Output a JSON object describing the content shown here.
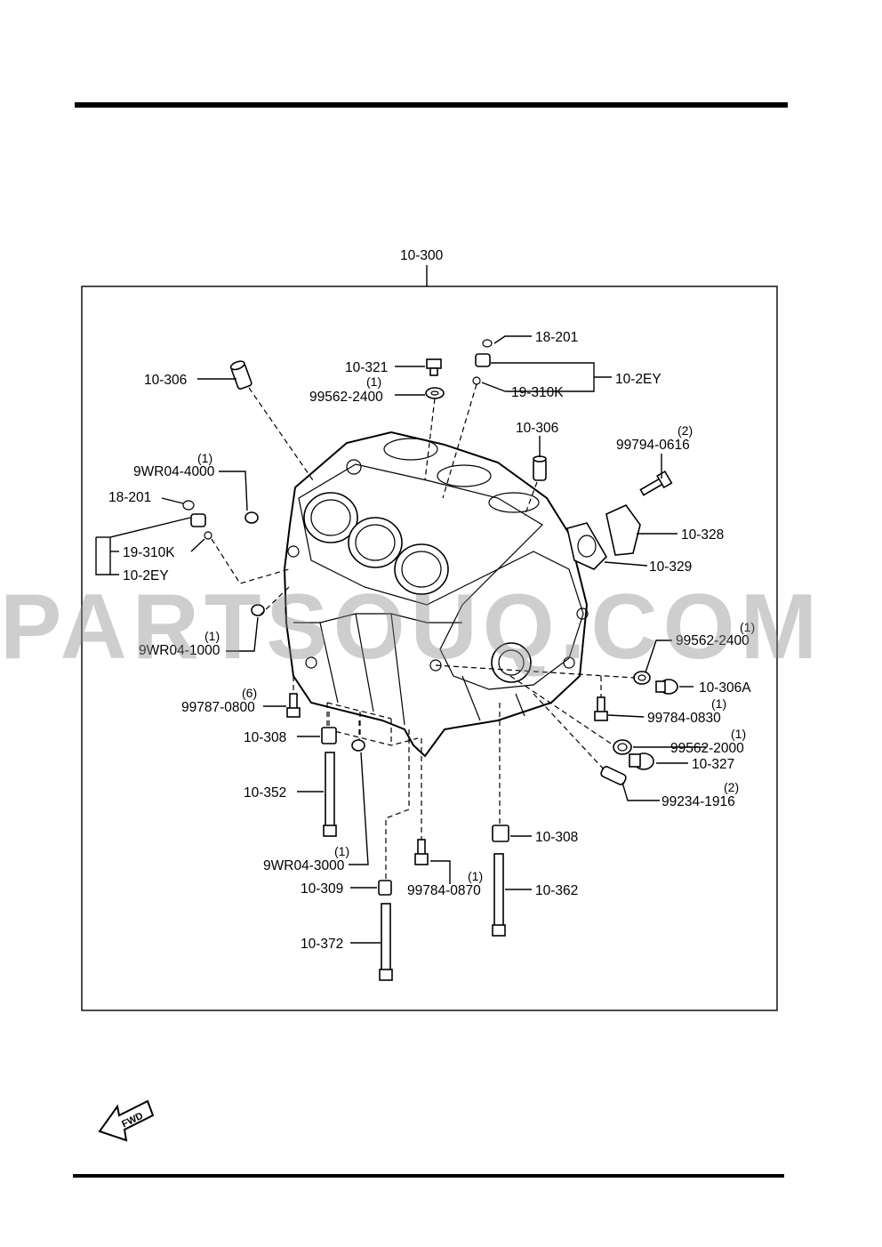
{
  "assembly": {
    "number": "10-300"
  },
  "watermark": "PARTSOUQ.COM",
  "fwd_label": "FWD",
  "callouts": [
    {
      "id": "p-18-201-top",
      "part": "18-201",
      "qty": ""
    },
    {
      "id": "p-10-321",
      "part": "10-321",
      "qty": ""
    },
    {
      "id": "p-99562-2400-top",
      "part": "99562-2400",
      "qty": "(1)"
    },
    {
      "id": "p-10-2ey-top",
      "part": "10-2EY",
      "qty": ""
    },
    {
      "id": "p-19-310k-top",
      "part": "19-310K",
      "qty": ""
    },
    {
      "id": "p-10-306-left",
      "part": "10-306",
      "qty": ""
    },
    {
      "id": "p-10-306-mid",
      "part": "10-306",
      "qty": ""
    },
    {
      "id": "p-99794-0616",
      "part": "99794-0616",
      "qty": "(2)"
    },
    {
      "id": "p-9wr04-4000",
      "part": "9WR04-4000",
      "qty": "(1)"
    },
    {
      "id": "p-18-201-left",
      "part": "18-201",
      "qty": ""
    },
    {
      "id": "p-19-310k-left",
      "part": "19-310K",
      "qty": ""
    },
    {
      "id": "p-10-2ey-left",
      "part": "10-2EY",
      "qty": ""
    },
    {
      "id": "p-10-328",
      "part": "10-328",
      "qty": ""
    },
    {
      "id": "p-10-329",
      "part": "10-329",
      "qty": ""
    },
    {
      "id": "p-9wr04-1000",
      "part": "9WR04-1000",
      "qty": "(1)"
    },
    {
      "id": "p-99562-2400-right",
      "part": "99562-2400",
      "qty": "(1)"
    },
    {
      "id": "p-10-306a",
      "part": "10-306A",
      "qty": ""
    },
    {
      "id": "p-99787-0800",
      "part": "99787-0800",
      "qty": "(6)"
    },
    {
      "id": "p-99784-0830",
      "part": "99784-0830",
      "qty": "(1)"
    },
    {
      "id": "p-10-308-left",
      "part": "10-308",
      "qty": ""
    },
    {
      "id": "p-99562-2000",
      "part": "99562-2000",
      "qty": "(1)"
    },
    {
      "id": "p-10-327",
      "part": "10-327",
      "qty": ""
    },
    {
      "id": "p-10-352",
      "part": "10-352",
      "qty": ""
    },
    {
      "id": "p-99234-1916",
      "part": "99234-1916",
      "qty": "(2)"
    },
    {
      "id": "p-10-308-right",
      "part": "10-308",
      "qty": ""
    },
    {
      "id": "p-9wr04-3000",
      "part": "9WR04-3000",
      "qty": "(1)"
    },
    {
      "id": "p-99784-0870",
      "part": "99784-0870",
      "qty": "(1)"
    },
    {
      "id": "p-10-309",
      "part": "10-309",
      "qty": ""
    },
    {
      "id": "p-10-362",
      "part": "10-362",
      "qty": ""
    },
    {
      "id": "p-10-372",
      "part": "10-372",
      "qty": ""
    }
  ]
}
